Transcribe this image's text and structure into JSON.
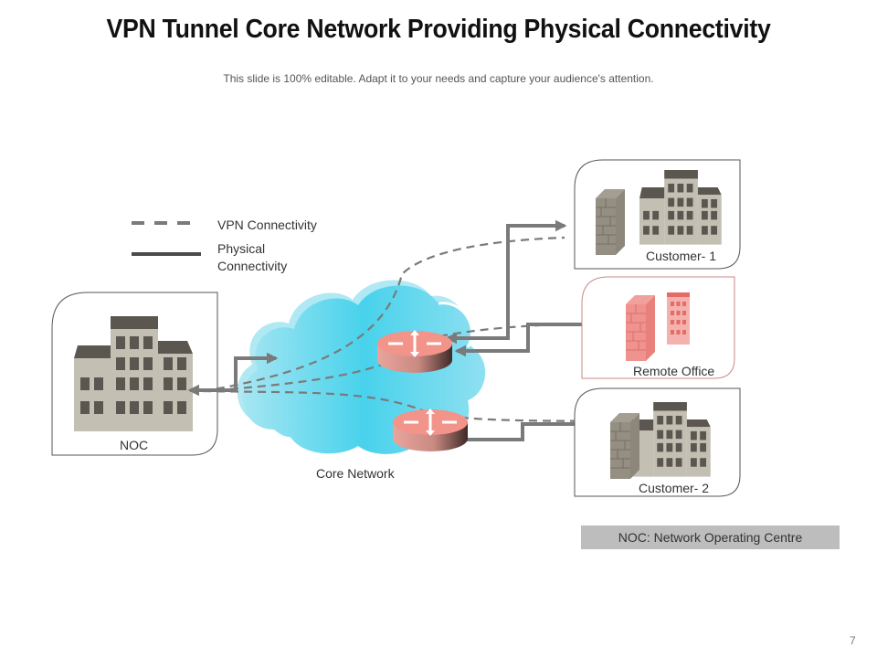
{
  "title": "VPN Tunnel Core Network Providing Physical Connectivity",
  "subtitle": "This slide is 100% editable. Adapt it to your needs and capture your audience's attention.",
  "legend": {
    "vpn_label": "VPN Connectivity",
    "physical_label_line1": "Physical",
    "physical_label_line2": "Connectivity"
  },
  "nodes": {
    "noc": {
      "label": "NOC",
      "icon": "office-building-icon"
    },
    "core": {
      "label": "Core Network",
      "icon": "cloud-icon",
      "routers": 2
    },
    "customer1": {
      "label": "Customer- 1",
      "icons": [
        "firewall-icon",
        "office-building-icon"
      ]
    },
    "remote": {
      "label": "Remote Office",
      "icons": [
        "firewall-icon",
        "office-building-icon"
      ]
    },
    "customer2": {
      "label": "Customer- 2",
      "icons": [
        "firewall-icon",
        "office-building-icon"
      ]
    }
  },
  "note": "NOC: Network Operating Centre",
  "page_number": "7",
  "colors": {
    "line": "#7a7a7a",
    "building": "#c3bfb2",
    "building_dark": "#5b5750",
    "firewall": "#8f8a7c",
    "remote": "#ef8c88",
    "cloud": "#5bd3e8",
    "router": "#f0938a"
  }
}
